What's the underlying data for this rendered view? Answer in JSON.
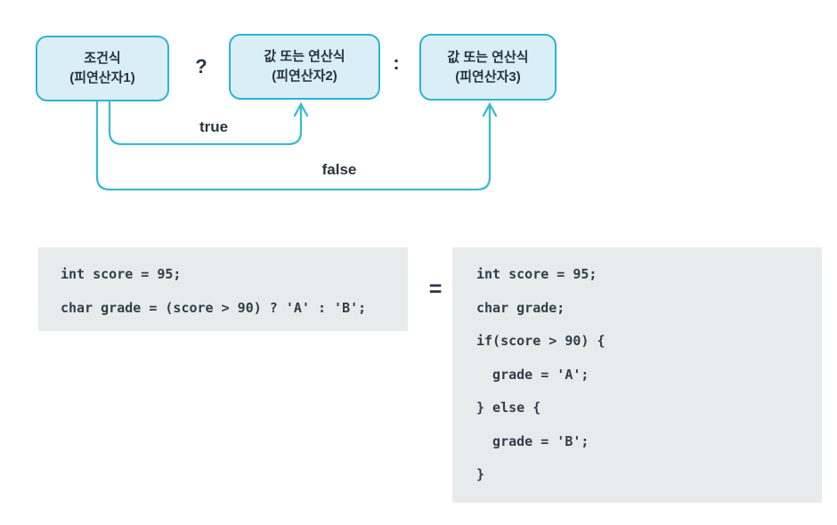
{
  "diagram": {
    "boxes": [
      {
        "line1": "조건식",
        "line2": "(피연산자1)"
      },
      {
        "line1": "값 또는 연산식",
        "line2": "(피연산자2)"
      },
      {
        "line1": "값 또는 연산식",
        "line2": "(피연산자3)"
      }
    ],
    "operators": {
      "question": "?",
      "colon": ":"
    },
    "labels": {
      "true_label": "true",
      "false_label": "false"
    },
    "colors": {
      "box_fill": "#d9eef6",
      "box_border": "#2fb3cf",
      "arrow": "#3cb9d1",
      "dark_text": "#2b3644",
      "code_bg": "#e7ebec",
      "code_text": "#333e49"
    }
  },
  "equivalence": {
    "equals_sign": "="
  },
  "code_left": {
    "lines": [
      "int score = 95;",
      "char grade = (score > 90) ? 'A' : 'B';"
    ]
  },
  "code_right": {
    "lines": [
      "int score = 95;",
      "char grade;",
      "if(score > 90) {",
      "  grade = 'A';",
      "} else {",
      "  grade = 'B';",
      "}"
    ]
  }
}
